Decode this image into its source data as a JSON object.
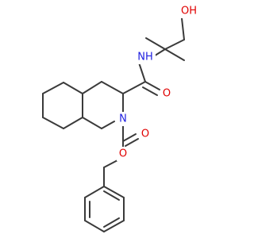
{
  "structure": {
    "atoms": [
      {
        "id": "oh",
        "label": "OH",
        "color": "#e00000"
      },
      {
        "id": "nh",
        "label": "NH",
        "color": "#2020e0"
      },
      {
        "id": "o_amide",
        "label": "O",
        "color": "#e00000"
      },
      {
        "id": "n_ring",
        "label": "N",
        "color": "#2020e0"
      },
      {
        "id": "o_carbonyl",
        "label": "O",
        "color": "#e00000"
      },
      {
        "id": "o_ester",
        "label": "O",
        "color": "#e00000"
      }
    ]
  }
}
